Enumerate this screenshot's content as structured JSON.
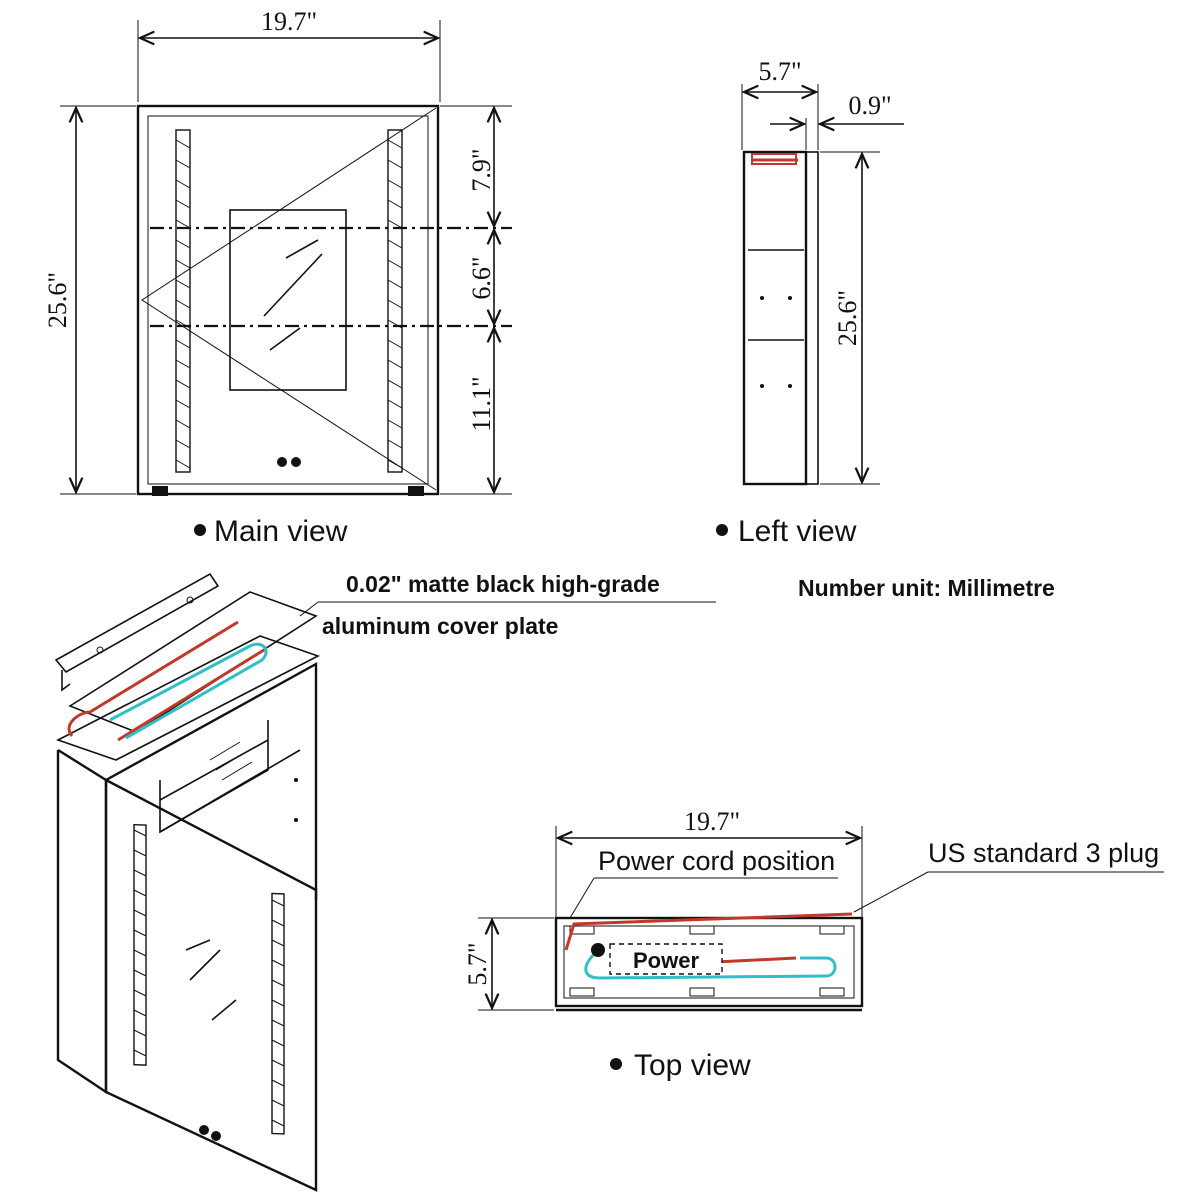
{
  "main_view": {
    "label": "Main view",
    "width": "19.7\"",
    "height": "25.6\"",
    "seg_top": "7.9\"",
    "seg_mid": "6.6\"",
    "seg_bottom": "11.1\""
  },
  "left_view": {
    "label": "Left view",
    "depth": "5.7\"",
    "door": "0.9\"",
    "height": "25.6\""
  },
  "top_view": {
    "label": "Top view",
    "width": "19.7\"",
    "depth": "5.7\"",
    "power_cord": "Power cord position",
    "plug": "US standard 3 plug",
    "power": "Power"
  },
  "notes": {
    "cover_line1": "0.02\" matte black high-grade",
    "cover_line2": "aluminum cover plate",
    "unit": "Number unit: Millimetre"
  },
  "colors": {
    "wire_red": "#c0392b",
    "wire_cyan": "#2fbfc7"
  }
}
